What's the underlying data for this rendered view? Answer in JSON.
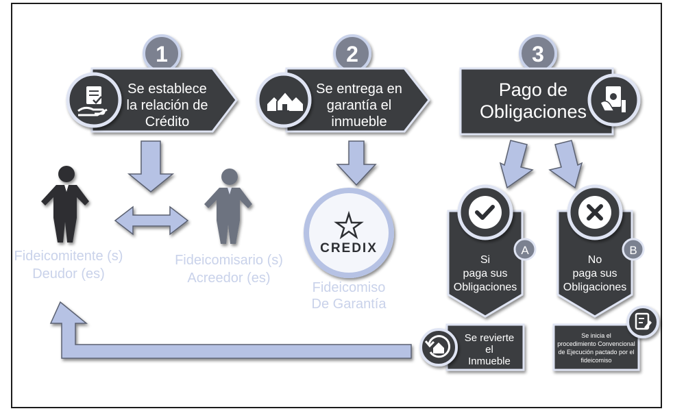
{
  "steps": [
    {
      "number": "1",
      "line1": "Se establece",
      "line2": "la relación de",
      "line3": "Crédito",
      "icon": "credit-hand-icon"
    },
    {
      "number": "2",
      "line1": "Se entrega en",
      "line2": "garantía el",
      "line3": "inmueble",
      "icon": "houses-icon"
    },
    {
      "number": "3",
      "line1": "Pago de",
      "line2": "Obligaciones",
      "icon": "money-hand-icon"
    }
  ],
  "parties": {
    "debtor": {
      "line1": "Fideicomitente (s)",
      "line2": "Deudor (es)"
    },
    "creditor": {
      "line1": "Fideicomisario (s)",
      "line2": "Acreedor (es)"
    },
    "trust": {
      "line1": "Fideicomiso",
      "line2": "De Garantía",
      "logo_text": "CREDIX"
    }
  },
  "outcomes": [
    {
      "badge": "A",
      "line1": "Si",
      "line2": "paga sus",
      "line3": "Obligaciones",
      "icon": "check-icon"
    },
    {
      "badge": "B",
      "line1": "No",
      "line2": "paga sus",
      "line3": "Obligaciones",
      "icon": "cross-icon"
    }
  ],
  "results": {
    "a": {
      "line1": "Se revierte",
      "line2": "el",
      "line3": "Inmueble",
      "icon": "house-revert-icon"
    },
    "b": {
      "line1": "Se inicia el",
      "line2": "procedimiento Convencional",
      "line3": "de Ejecución pactado por el",
      "line4": "fideicomiso",
      "icon": "clipboard-edit-icon"
    }
  },
  "colors": {
    "dark": "#3a3c40",
    "accent": "#b6c2e4",
    "label": "#c9d2ea",
    "circle": "#7b8190"
  }
}
